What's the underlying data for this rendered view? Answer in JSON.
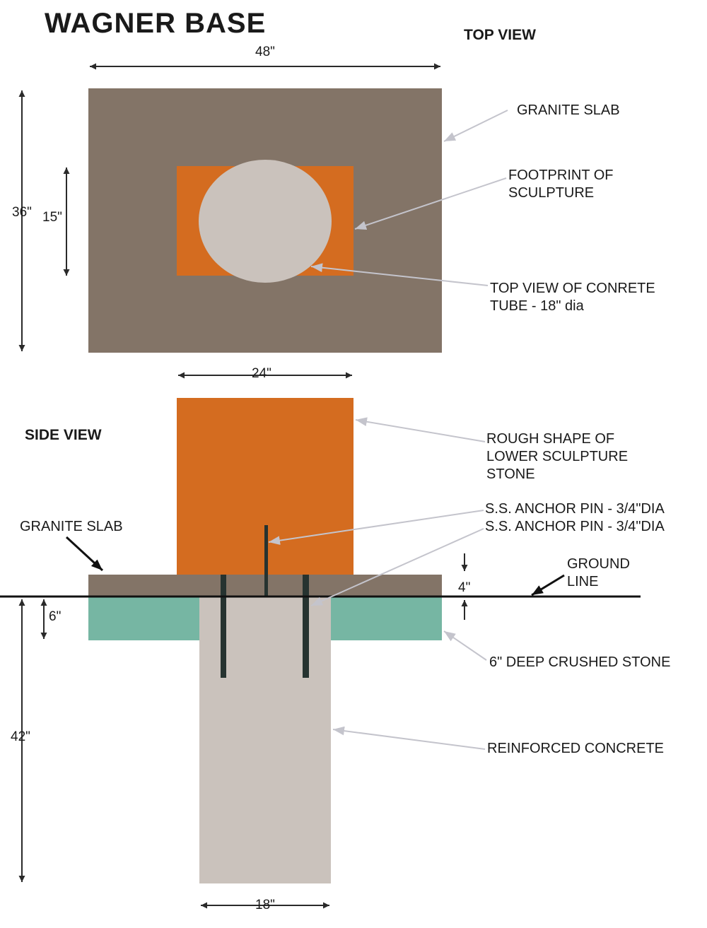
{
  "title": "WAGNER BASE",
  "views": {
    "top": "TOP VIEW",
    "side": "SIDE VIEW"
  },
  "colors": {
    "granite": "#837467",
    "sculpture": "#D46C20",
    "concrete": "#CAC2BC",
    "crushed_stone": "#76B6A3",
    "pin": "#263330",
    "leader": "#C4C4CC",
    "dimension": "#2A2A2A"
  },
  "dimensions": {
    "slab_width": "48\"",
    "slab_depth": "36\"",
    "footprint_depth": "15\"",
    "footprint_width": "24\"",
    "slab_thickness": "4\"",
    "stone_depth": "6\"",
    "tube_depth": "42\"",
    "tube_width": "18\""
  },
  "labels": {
    "granite_slab_top": "GRANITE SLAB",
    "footprint": [
      "FOOTPRINT OF",
      "SCULPTURE"
    ],
    "tube_top": [
      "TOP VIEW OF CONRETE",
      "TUBE - 18\" dia"
    ],
    "rough_shape": [
      "ROUGH SHAPE OF",
      "LOWER SCULPTURE",
      "STONE"
    ],
    "anchor_pin_1": "S.S. ANCHOR PIN - 3/4\"DIA",
    "anchor_pin_2": "S.S. ANCHOR PIN - 3/4\"DIA",
    "granite_slab_side": "GRANITE SLAB",
    "ground_line": [
      "GROUND",
      "LINE"
    ],
    "crushed_stone": "6\" DEEP CRUSHED STONE",
    "concrete": "REINFORCED CONCRETE"
  }
}
